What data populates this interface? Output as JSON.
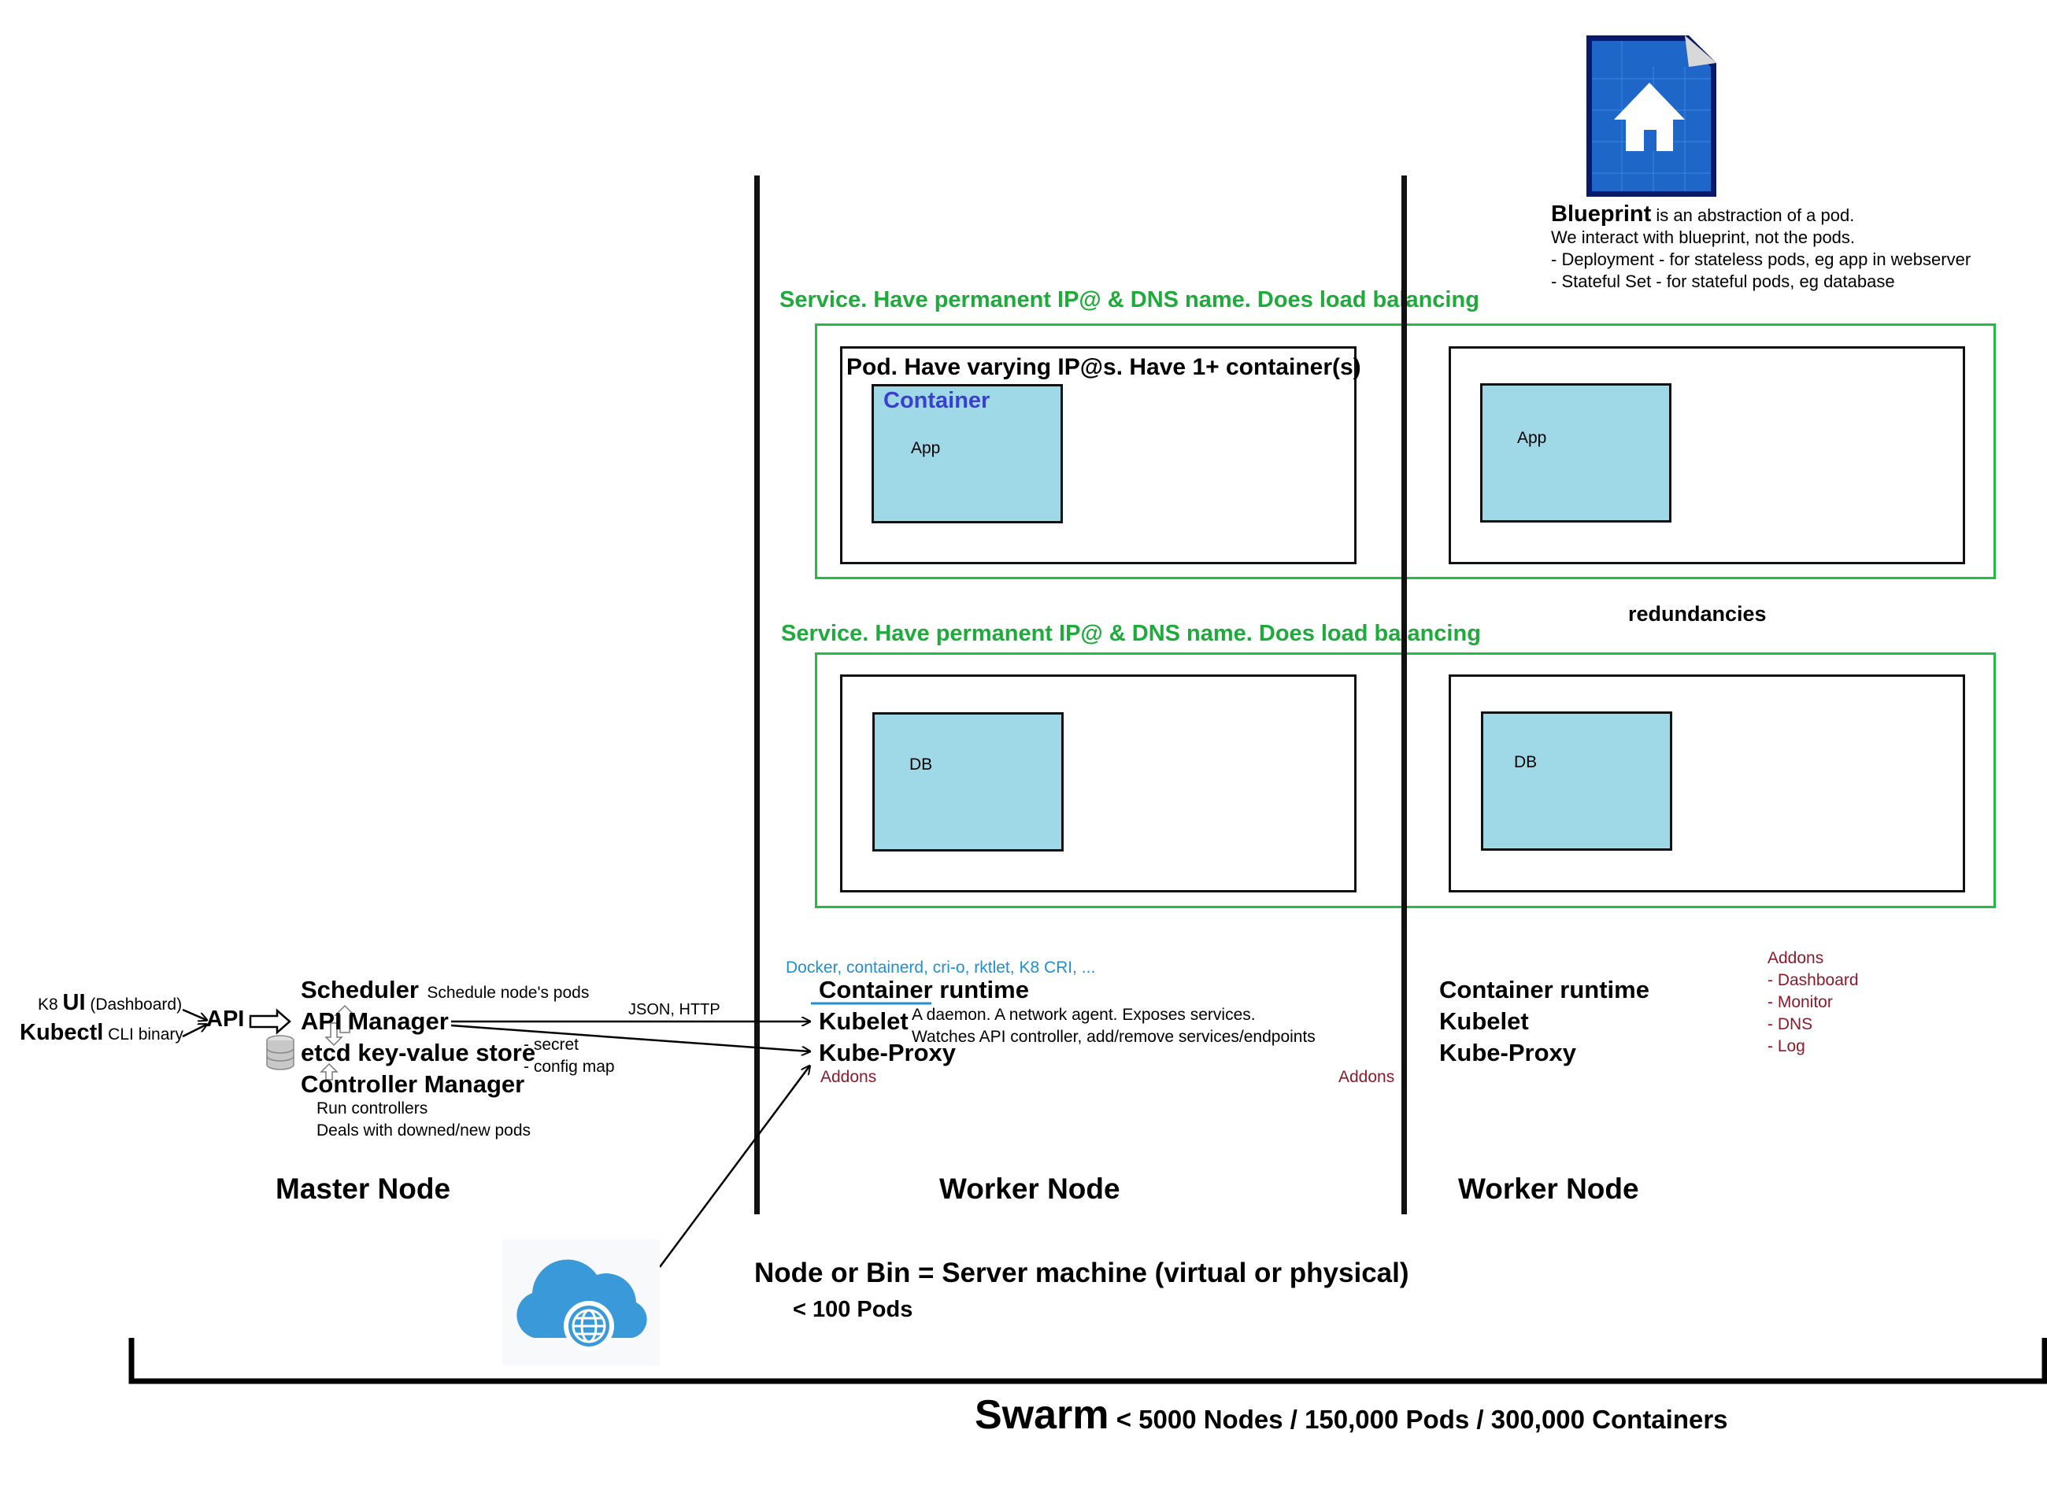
{
  "blueprint": {
    "title": "Blueprint",
    "title_rest": " is an abstraction of a pod.",
    "line2": "We interact with blueprint, not the pods.",
    "line3": "- Deployment - for stateless pods, eg app in webserver",
    "line4": "- Stateful Set - for stateful pods, eg database"
  },
  "service_label": "Service. Have permanent IP@ & DNS name. Does load balancing",
  "pod_label": "Pod. Have varying IP@s. Have 1+ container(s)",
  "container_label": "Container",
  "app_label": "App",
  "db_label": "DB",
  "redundancies_label": "redundancies",
  "clients": {
    "k8_prefix": "K8 ",
    "ui": "UI",
    "dashboard": " (Dashboard)",
    "kubectl": "Kubectl",
    "cli": " CLI binary",
    "api": "API"
  },
  "master": {
    "scheduler": "Scheduler",
    "scheduler_desc": "Schedule node's pods",
    "api_manager": "API Manager",
    "etcd": "etcd key-value store",
    "etcd_note1": "- secret",
    "etcd_note2": "- config map",
    "controller": "Controller Manager",
    "controller_note1": "Run controllers",
    "controller_note2": "Deals with downed/new pods",
    "title": "Master Node"
  },
  "json_http": "JSON, HTTP",
  "worker1": {
    "runtimes": "Docker, containerd, cri-o, rktlet, K8 CRI, ...",
    "runtime": "Container runtime",
    "kubelet": "Kubelet",
    "kubelet_desc1": "A daemon. A network agent. Exposes services.",
    "kubelet_desc2": "Watches API controller, add/remove services/endpoints",
    "proxy": "Kube-Proxy",
    "addons": "Addons",
    "title": "Worker Node"
  },
  "addons_right": "Addons",
  "worker2": {
    "runtime": "Container runtime",
    "kubelet": "Kubelet",
    "proxy": "Kube-Proxy",
    "title": "Worker Node"
  },
  "addons_list": {
    "title": "Addons",
    "items": [
      "- Dashboard",
      "- Monitor",
      "- DNS",
      "- Log"
    ]
  },
  "node_def": "Node or Bin = Server machine (virtual or physical)",
  "pods_limit": "< 100 Pods",
  "swarm": {
    "title": "Swarm",
    "limits": " < 5000 Nodes / 150,000 Pods / 300,000 Containers"
  },
  "colors": {
    "service_green": "#1faa3c",
    "container_fill": "#9fd9e8",
    "addons_maroon": "#8b1a2b",
    "runtime_blue": "#1e90d0",
    "container_title_blue": "#3a3fd0"
  },
  "icons": [
    "house-blueprint-icon",
    "database-icon",
    "cloud-globe-icon"
  ]
}
